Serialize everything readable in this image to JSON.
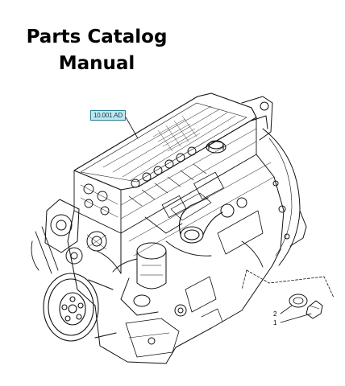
{
  "document": {
    "title_line1": "Parts Catalog",
    "title_line2": "Manual"
  },
  "diagram": {
    "reference_label": "10.001.AD",
    "callouts": [
      "2",
      "1"
    ]
  }
}
